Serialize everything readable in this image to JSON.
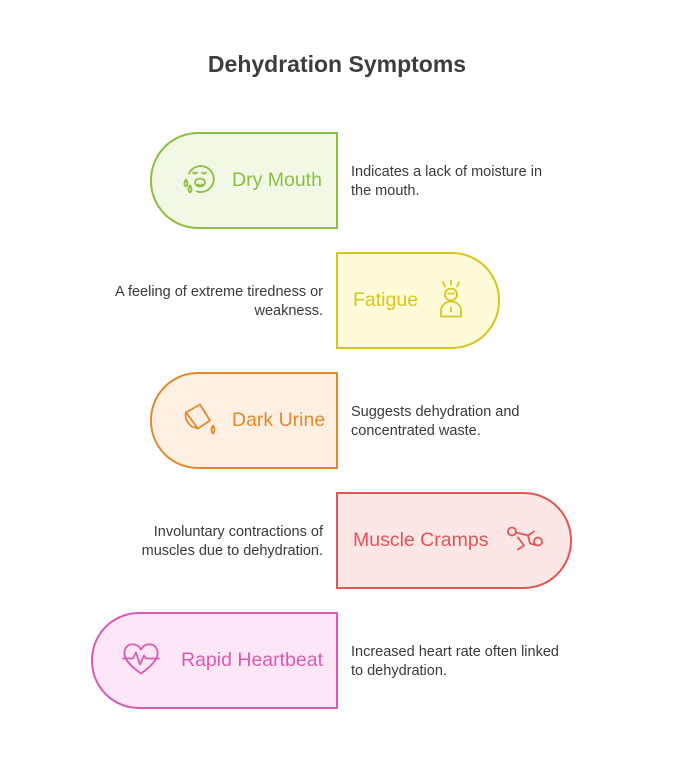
{
  "title": "Dehydration Symptoms",
  "symptoms": [
    {
      "label": "Dry Mouth",
      "description": "Indicates a lack of moisture in the mouth.",
      "color": "#8cbf3f",
      "fill": "#f1f8e6",
      "icon": "dry-mouth-face-icon"
    },
    {
      "label": "Fatigue",
      "description": "A feeling of extreme tiredness or weakness.",
      "color": "#d9c41f",
      "fill": "#fdfbd8",
      "icon": "tired-person-icon"
    },
    {
      "label": "Dark Urine",
      "description": "Suggests dehydration and concentrated waste.",
      "color": "#e08a2c",
      "fill": "#fdf0e2",
      "icon": "cup-drop-icon"
    },
    {
      "label": "Muscle Cramps",
      "description": "Involuntary contractions of muscles due to dehydration.",
      "color": "#e25555",
      "fill": "#fde6e6",
      "icon": "cramping-figure-icon"
    },
    {
      "label": "Rapid Heartbeat",
      "description": "Increased heart rate often linked to dehydration.",
      "color": "#d95bb5",
      "fill": "#fde6f5",
      "icon": "heartbeat-icon"
    }
  ]
}
